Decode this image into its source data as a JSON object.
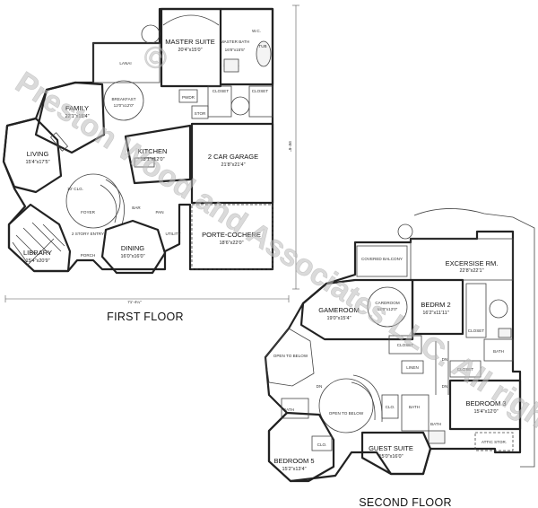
{
  "watermark": {
    "text": "Preston Wood and Associates LLC. All rights reserved",
    "copyright_symbol": "©"
  },
  "first_floor": {
    "label": "FIRST FLOOR",
    "overall_width": "71'-4¼\"",
    "overall_depth": "95'-8\"",
    "rooms": {
      "master_suite": {
        "name": "MASTER SUITE",
        "dims": "20'4\"x15'0\""
      },
      "master_bath": {
        "name": "MASTER BATH",
        "dims": "16'8\"x15'5\""
      },
      "lanai": {
        "name": "LANAI"
      },
      "breakfast": {
        "name": "BREAKFAST",
        "dims": "12'0\"x12'0\""
      },
      "family": {
        "name": "FAMILY",
        "dims": "22'1\"x15'4\""
      },
      "living": {
        "name": "LIVING",
        "dims": "15'4\"x17'5\""
      },
      "kitchen": {
        "name": "KITCHEN",
        "dims": "18'1\"x12'0\""
      },
      "garage": {
        "name": "2 CAR GARAGE",
        "dims": "21'8\"x21'4\""
      },
      "porte_cochere": {
        "name": "PORTE-COCHERE",
        "dims": "18'6\"x22'0\""
      },
      "library": {
        "name": "LIBRARY",
        "dims": "15'4\"x20'9\""
      },
      "dining": {
        "name": "DINING",
        "dims": "16'0\"x16'0\""
      },
      "foyer": {
        "name": "FOYER"
      },
      "two_story_entry": {
        "name": "2 STORY ENTRY"
      },
      "porch": {
        "name": "PORCH"
      },
      "utility": {
        "name": "UTILITY"
      },
      "pwdr": {
        "name": "PWDR"
      },
      "stor": {
        "name": "STOR"
      },
      "closet1": {
        "name": "CLOSET"
      },
      "closet2": {
        "name": "CLOSET"
      },
      "bar": {
        "name": "BAR"
      },
      "pan": {
        "name": "PAN"
      },
      "wc": {
        "name": "W.C."
      },
      "tub": {
        "name": "TUB"
      },
      "ceil_note_master": {
        "name": "10' CLG."
      },
      "ceil_note_foyer": {
        "name": "10' CLG."
      }
    }
  },
  "second_floor": {
    "label": "SECOND FLOOR",
    "rooms": {
      "exercise": {
        "name": "EXCERSISE RM.",
        "dims": "22'8\"x22'1\""
      },
      "covered_balcony": {
        "name": "COVERED BALCONY"
      },
      "cardroom": {
        "name": "CARDROOM",
        "dims": "12'0\"x12'0\""
      },
      "gameroom": {
        "name": "GAMEROOM",
        "dims": "19'0\"x15'4\""
      },
      "bedrm2": {
        "name": "BEDRM 2",
        "dims": "16'2\"x11'11\""
      },
      "bedroom3": {
        "name": "BEDROOM 3",
        "dims": "15'4\"x12'0\""
      },
      "bedroom5": {
        "name": "BEDROOM 5",
        "dims": "15'2\"x13'4\""
      },
      "guest_suite": {
        "name": "GUEST SUITE",
        "dims": "15'0\"x16'0\""
      },
      "open_below_1": {
        "name": "OPEN TO BELOW"
      },
      "open_below_2": {
        "name": "OPEN TO BELOW"
      },
      "closet_a": {
        "name": "CLOSET"
      },
      "closet_b": {
        "name": "CLOSET"
      },
      "closet_c": {
        "name": "CLOSET"
      },
      "linen": {
        "name": "LINEN"
      },
      "bath_a": {
        "name": "BATH"
      },
      "bath_b": {
        "name": "BATH"
      },
      "bath_c": {
        "name": "BATH"
      },
      "bath_d": {
        "name": "BATH"
      },
      "clo_a": {
        "name": "CLO."
      },
      "clo_b": {
        "name": "CLO."
      },
      "attic": {
        "name": "ATTIC STOR."
      },
      "dn_a": {
        "name": "DN"
      },
      "dn_b": {
        "name": "DN"
      },
      "dn_c": {
        "name": "DN"
      }
    }
  }
}
